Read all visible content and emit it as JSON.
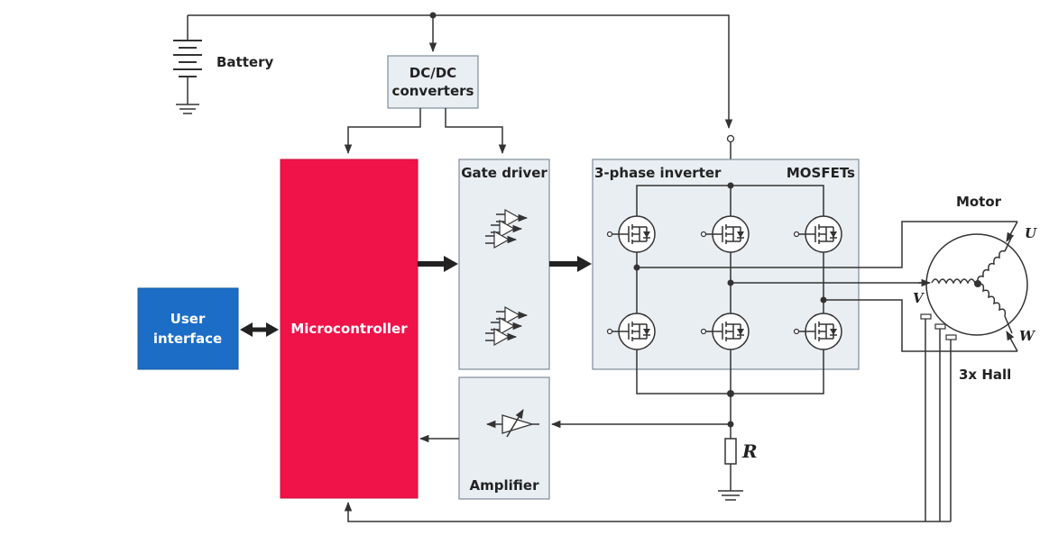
{
  "labels": {
    "battery": "Battery",
    "dcdc_line1": "DC/DC",
    "dcdc_line2": "converters",
    "microcontroller": "Microcontroller",
    "user_interface_line1": "User",
    "user_interface_line2": "interface",
    "gate_driver": "Gate driver",
    "inverter": "3-phase inverter",
    "mosfets": "MOSFETs",
    "amplifier": "Amplifier",
    "motor": "Motor",
    "phase_u": "U",
    "phase_v": "V",
    "phase_w": "W",
    "hall": "3x Hall",
    "resistor": "R"
  },
  "colors": {
    "microcontroller": "#f0134a",
    "user_interface": "#1b6dc6",
    "block_fill": "#e9eef3",
    "block_stroke": "#7f8c99",
    "wire": "#333333"
  }
}
